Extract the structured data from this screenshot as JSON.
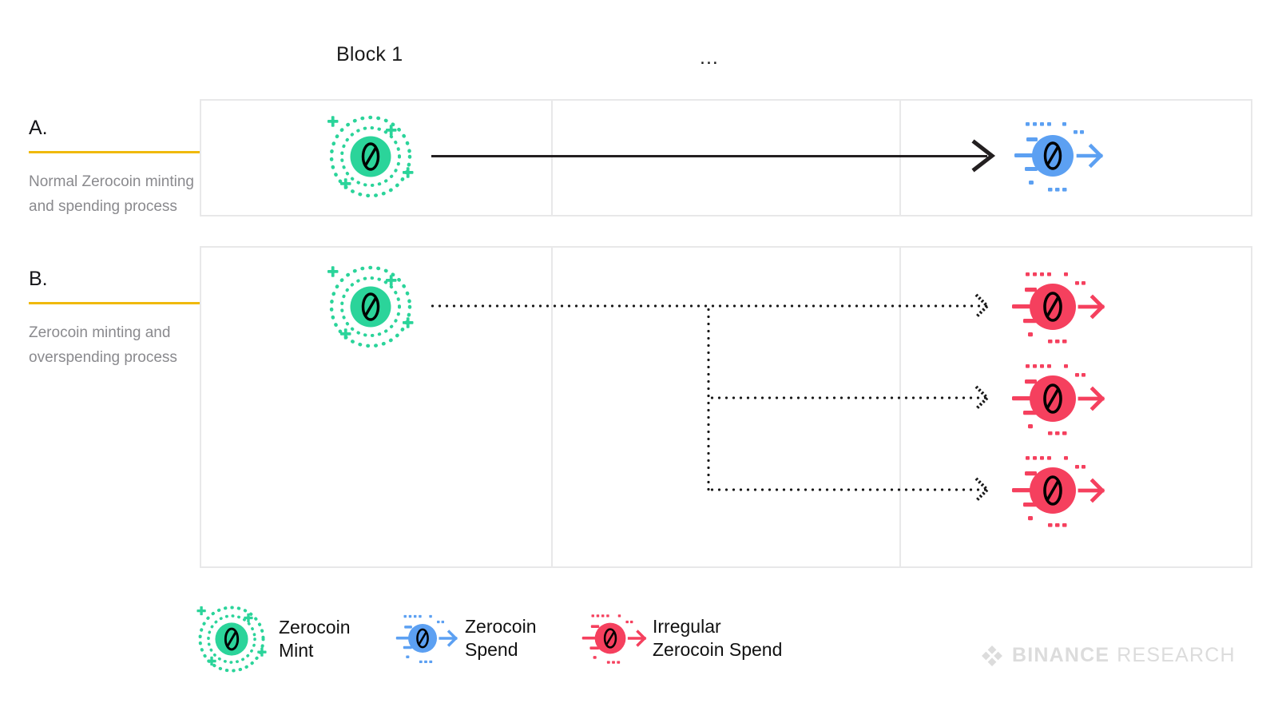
{
  "header": {
    "block_label": "Block 1",
    "continuation": "..."
  },
  "rows": [
    {
      "letter": "A.",
      "description": "Normal Zerocoin minting and spending process",
      "rule_color": "#F0B90B"
    },
    {
      "letter": "B.",
      "description": "Zerocoin minting and overspending process",
      "rule_color": "#F0B90B"
    }
  ],
  "coin_glyph": "0",
  "icons": {
    "mint": {
      "name": "zerocoin-mint-icon",
      "color": "#2BD49A"
    },
    "spend": {
      "name": "zerocoin-spend-icon",
      "color": "#5CA0F2"
    },
    "irregular_spend": {
      "name": "irregular-zerocoin-spend-icon",
      "color": "#F5405E"
    }
  },
  "legend": [
    {
      "icon": "zerocoin-mint-icon",
      "label": "Zerocoin\nMint",
      "color": "#2BD49A"
    },
    {
      "icon": "zerocoin-spend-icon",
      "label": "Zerocoin\nSpend",
      "color": "#5CA0F2"
    },
    {
      "icon": "irregular-zerocoin-spend-icon",
      "label": "Irregular\nZerocoin Spend",
      "color": "#F5405E"
    }
  ],
  "watermark": {
    "brand": "BINANCE",
    "sub": "RESEARCH",
    "color": "#dcdcdc"
  },
  "palette": {
    "green": "#2BD49A",
    "blue": "#5CA0F2",
    "red": "#F5405E",
    "yellow": "#F0B90B",
    "panel_border": "#e8e8e9",
    "text_muted": "#8a8a8e",
    "text_dark": "#16161a"
  }
}
